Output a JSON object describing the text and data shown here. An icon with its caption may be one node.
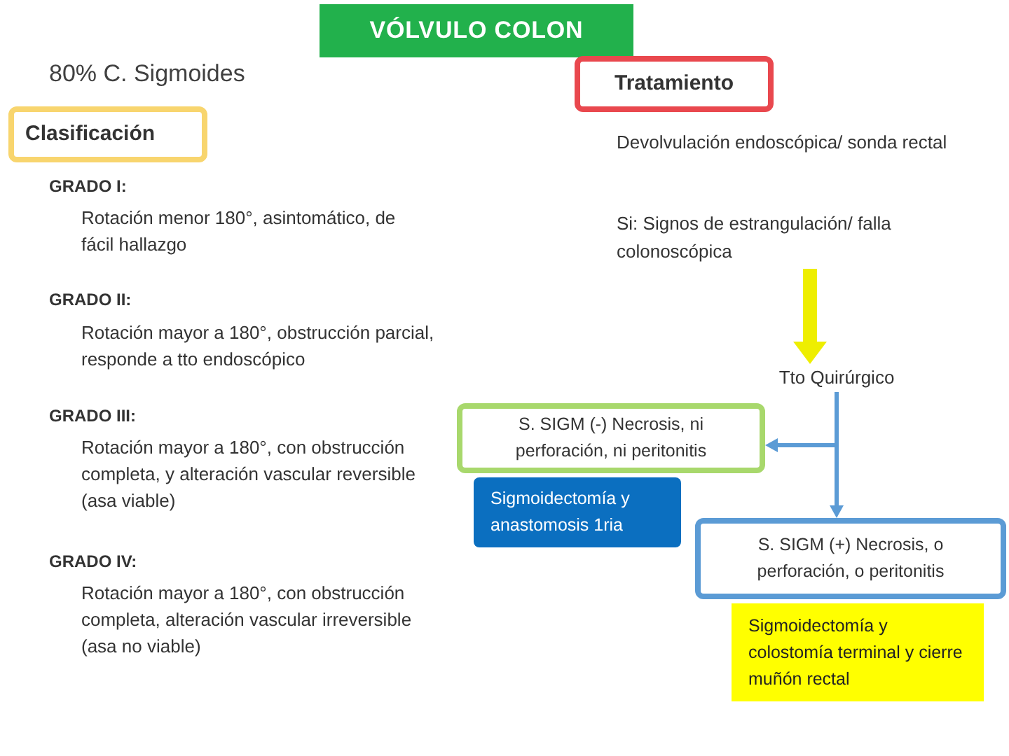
{
  "diagram": {
    "title": "VÓLVULO COLON",
    "nodes": [
      {
        "text": [
          "Clasificación"
        ]
      },
      {
        "text": [
          "Tratamiento"
        ]
      },
      {
        "text": [
          "Si: Signos de estrangulación/ falla colonoscópica"
        ]
      },
      {
        "text": [
          "Tto Quirúrgico"
        ]
      },
      {
        "text": [
          "S. SIGM (-) Necrosis, ni perforación, ni peritonitis"
        ]
      },
      {
        "text": [
          "Sigmoidectomía y anastomosis 1ria"
        ]
      },
      {
        "text": [
          "S. SIGM (+) Necrosis, o perforación, o peritonitis"
        ]
      },
      {
        "text": [
          "Sigmoidectomía y colostomía terminal y cierre muñón rectal"
        ]
      }
    ],
    "edges": [
      {
        "from": 2,
        "to": 3,
        "arrow": "to",
        "style": "thick",
        "color": "#eeee00"
      },
      {
        "from": 3,
        "to": 4,
        "arrow": "to"
      },
      {
        "from": 3,
        "to": 6,
        "arrow": "to"
      }
    ],
    "labels": [
      "80% C. Sigmoides",
      "GRADO I:",
      "Rotación menor 180°, asintomático, de fácil hallazgo",
      "GRADO II:",
      "Rotación mayor a 180°, obstrucción parcial, responde a tto endoscópico",
      "GRADO III:",
      "Rotación mayor a 180°, con obstrucción completa, y alteración vascular reversible (asa viable)",
      "GRADO IV:",
      "Rotación mayor a 180°, con obstrucción completa, alteración vascular irreversible (asa no viable)",
      "Devolvulación endoscópica/ sonda rectal"
    ]
  }
}
